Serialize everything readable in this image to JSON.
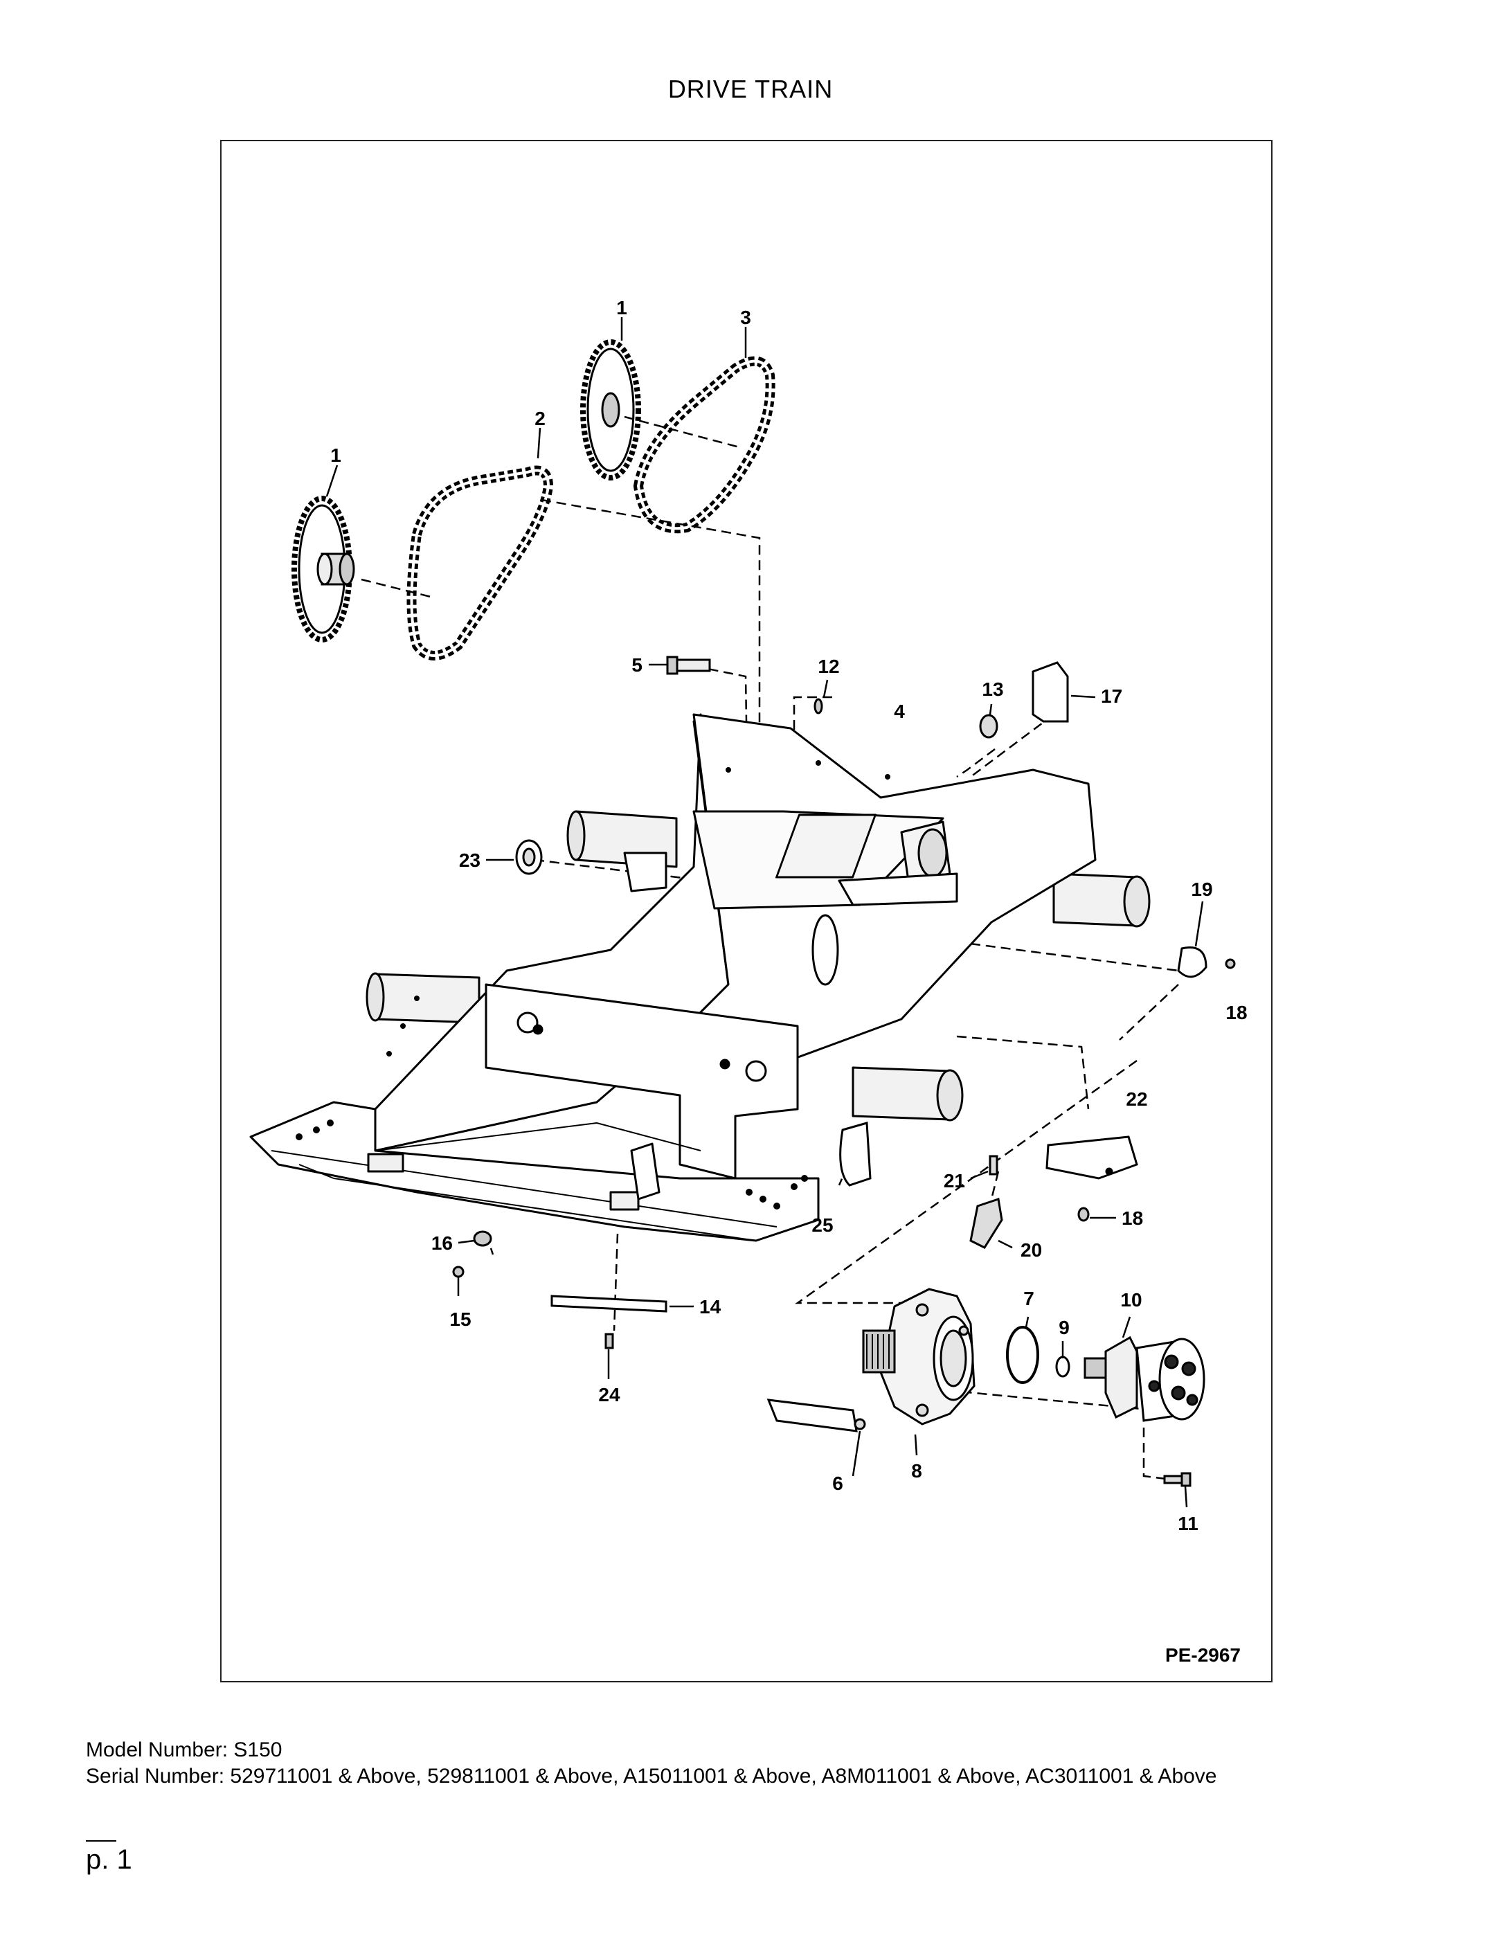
{
  "title": "DRIVE TRAIN",
  "plate_id": "PE-2967",
  "callouts": {
    "c1a": "1",
    "c1b": "1",
    "c2": "2",
    "c3": "3",
    "c4": "4",
    "c5": "5",
    "c6": "6",
    "c7": "7",
    "c8": "8",
    "c9": "9",
    "c10": "10",
    "c11": "11",
    "c12": "12",
    "c13": "13",
    "c14": "14",
    "c15": "15",
    "c16": "16",
    "c17": "17",
    "c18a": "18",
    "c18b": "18",
    "c19": "19",
    "c20": "20",
    "c21": "21",
    "c22": "22",
    "c23": "23",
    "c24": "24",
    "c25": "25"
  },
  "footer": {
    "model": "Model Number: S150",
    "serial": "Serial Number: 529711001 & Above, 529811001 & Above, A15011001 & Above, A8M011001 & Above, AC3011001 & Above",
    "page": "p. 1"
  }
}
